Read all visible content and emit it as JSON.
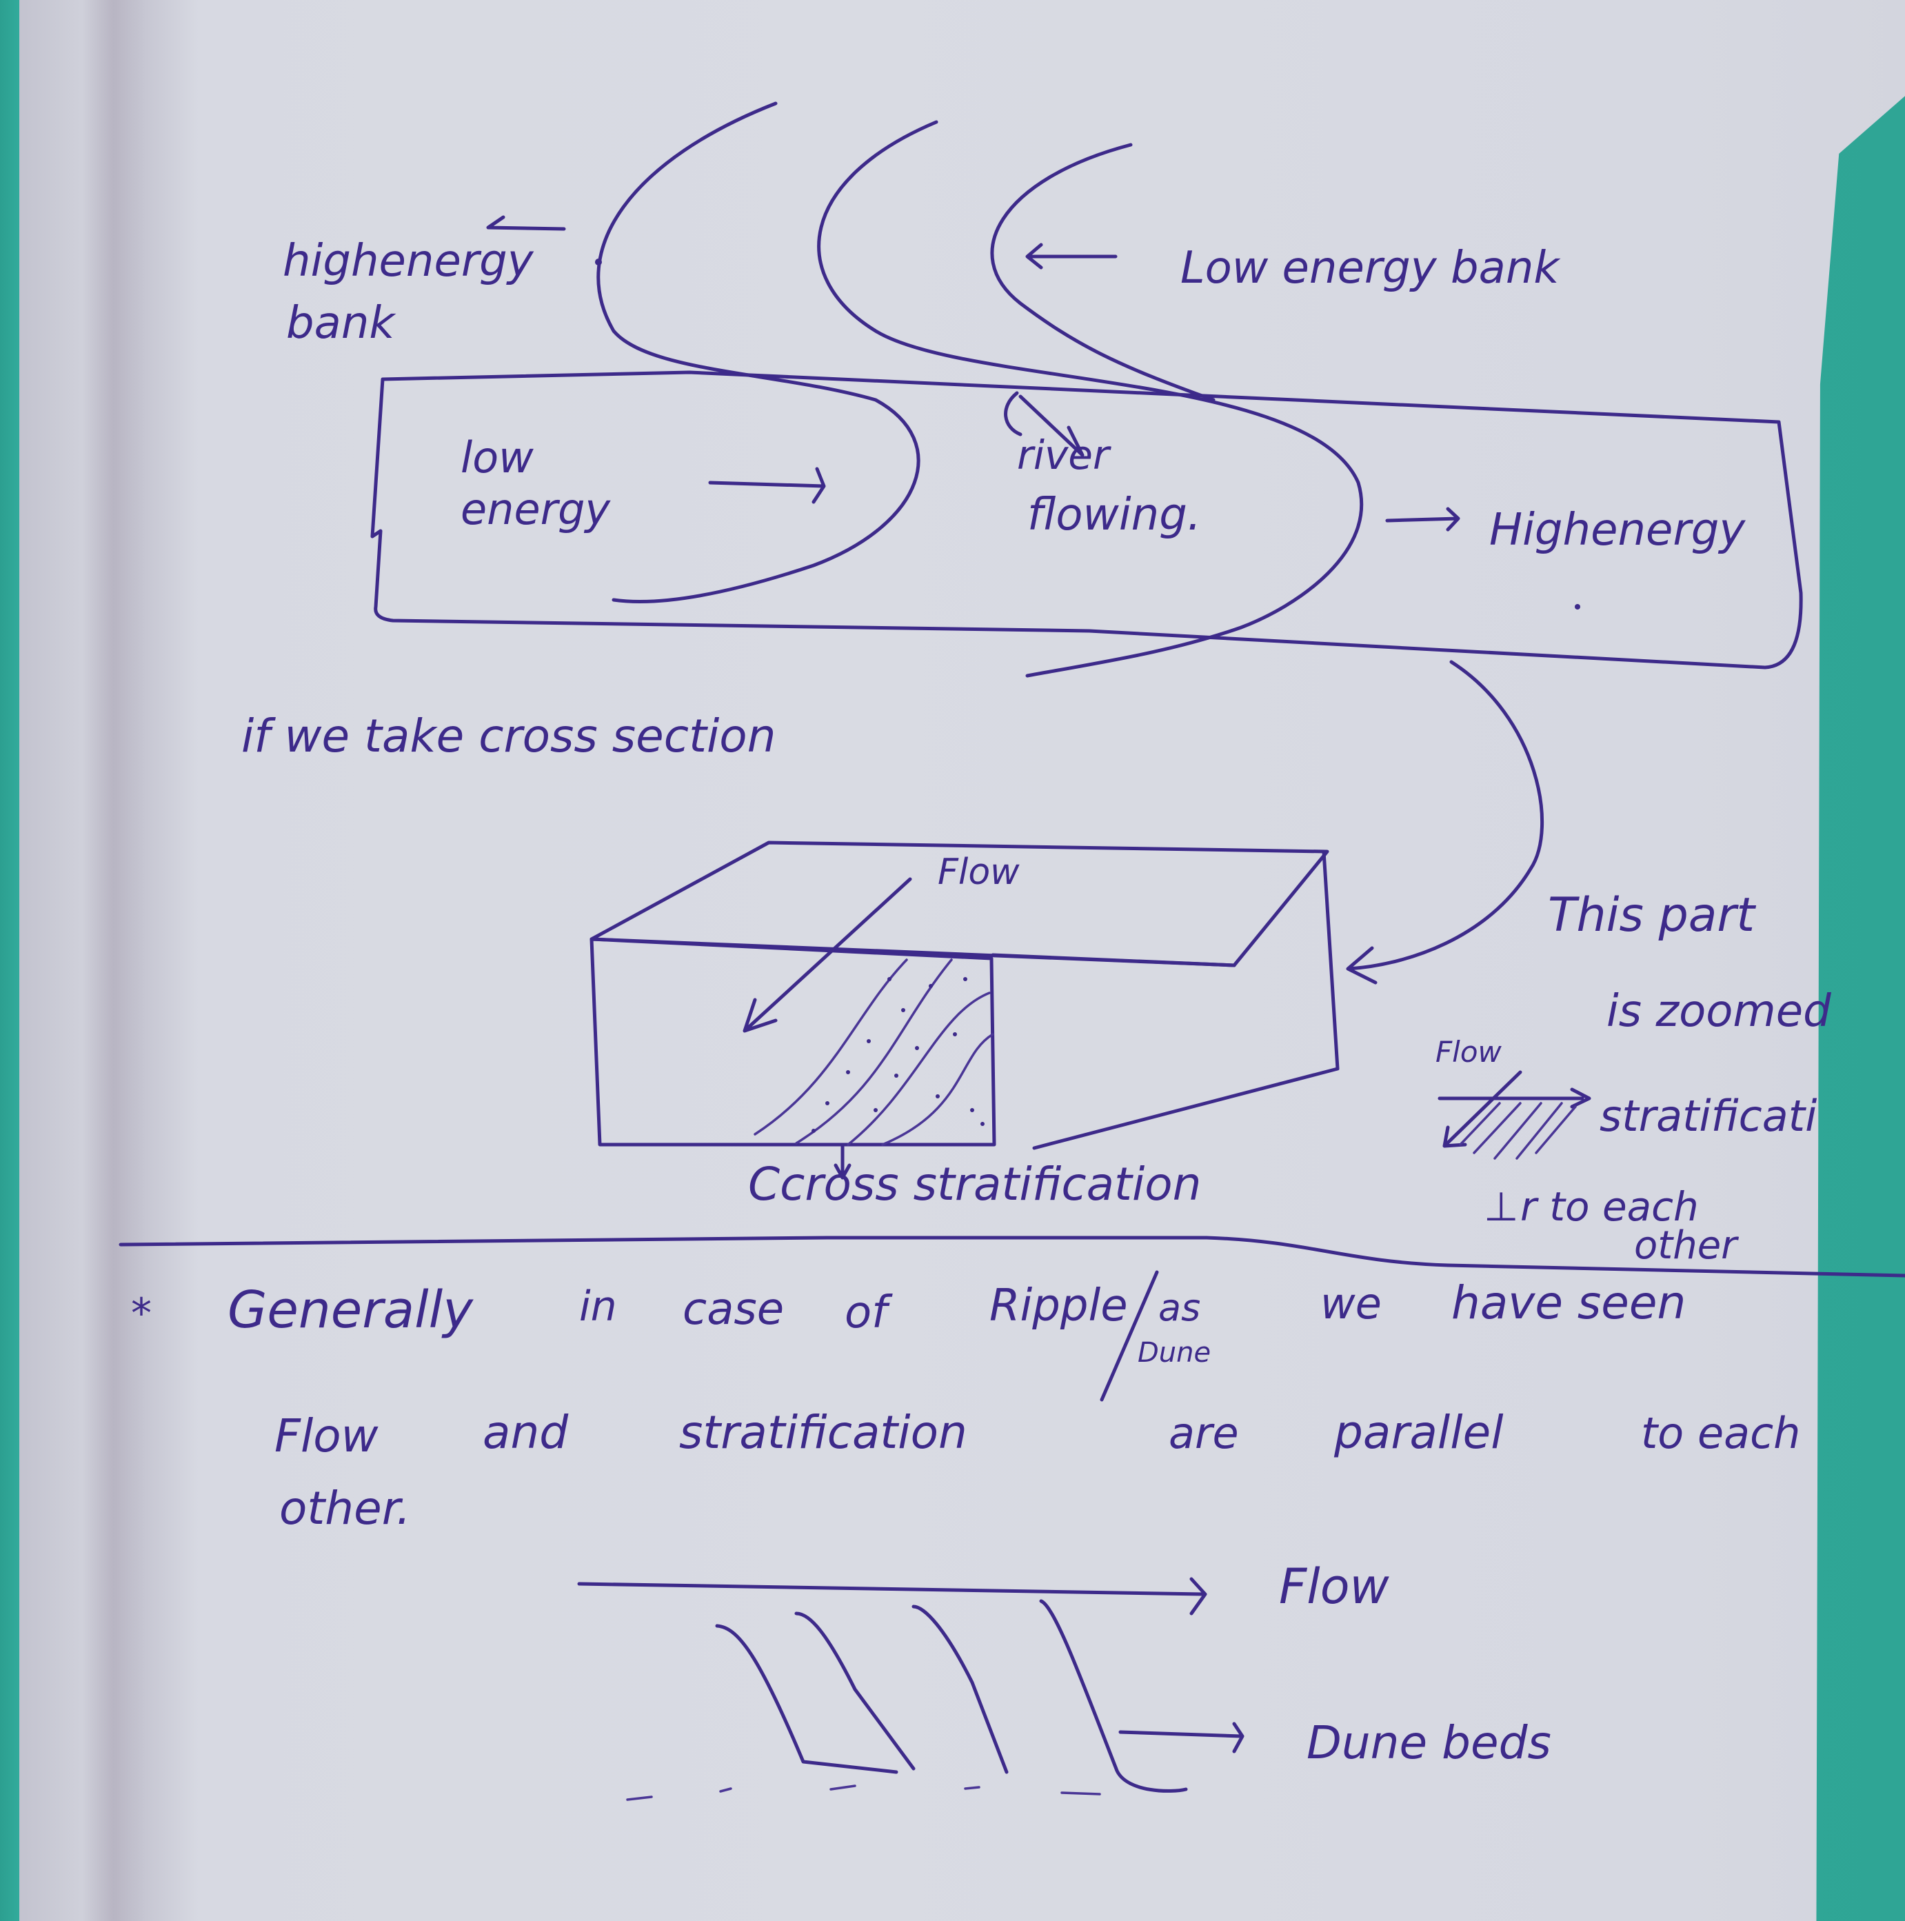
{
  "page": {
    "background_color": "#2fa595",
    "paper_color": "#d8dae3",
    "ink_color": "#3d2a8a"
  },
  "meander_diagram": {
    "label_high_energy_bank": [
      "highenergy",
      "bank"
    ],
    "label_low_energy_bank": "Low energy bank",
    "label_low_energy_inner": [
      "low",
      "energy"
    ],
    "label_river_flowing": [
      "river",
      "flowing."
    ],
    "label_high_energy_outer": "Highenergy"
  },
  "cross_section_note": "if we take cross section",
  "block_diagram": {
    "flow_label": "Flow",
    "cross_stratification_label": "Ccross stratification"
  },
  "zoomed_note": {
    "title_lines": [
      "This part",
      "is zoomed"
    ],
    "flow_label": "Flow",
    "stratification_label": "stratificati",
    "perpendicular_symbol": "⊥",
    "perpendicular_text_lines": [
      "r to each",
      "other"
    ]
  },
  "bottom_note": {
    "bullet": "*",
    "line1_a": "Generally",
    "line1_b": "in",
    "line1_c": "case",
    "line1_d": "of",
    "line1_e": "Ripple",
    "line1_f": "as",
    "line1_g": "we",
    "line1_h": "have seen",
    "line1_sub": "Dune",
    "line2_a": "Flow",
    "line2_b": "and",
    "line2_c": "stratification",
    "line2_d": "are",
    "line2_e": "parallel",
    "line2_f": "to each",
    "line3": "other."
  },
  "dune_diagram": {
    "flow_label": "Flow",
    "dune_beds_label": "Dune beds"
  }
}
